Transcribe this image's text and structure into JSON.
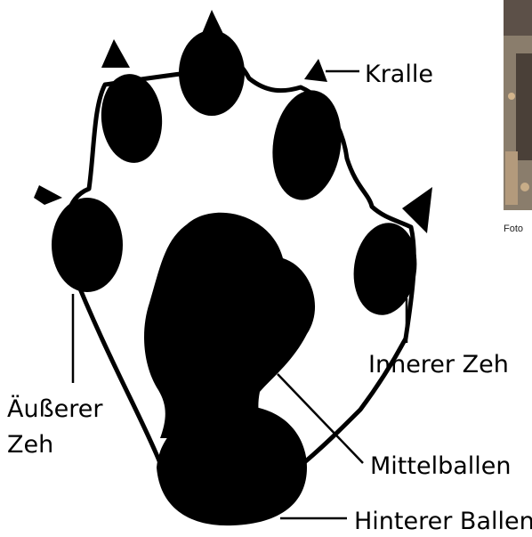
{
  "labels": {
    "claw": "Kralle",
    "outer_toe_line1": "Äußerer",
    "outer_toe_line2": "Zeh",
    "inner_toe": "Innerer Zeh",
    "middle_pad": "Mittelballen",
    "rear_pad": "Hinterer Ballen"
  },
  "photo": {
    "credit_fragment": "Foto"
  },
  "colors": {
    "ink": "#000000",
    "background": "#ffffff"
  }
}
